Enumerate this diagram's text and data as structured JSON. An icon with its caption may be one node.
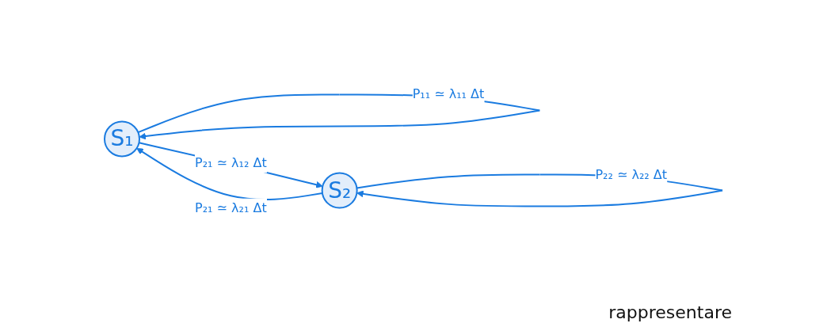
{
  "diagram": {
    "nodes": [
      {
        "text": [
          "S₁"
        ]
      },
      {
        "text": [
          "S₂"
        ]
      }
    ],
    "edges": [
      {
        "from": 0,
        "to": 0,
        "arrow": "to",
        "label": "P₁₁ ≃ λ₁₁ Δt"
      },
      {
        "from": 1,
        "to": 0,
        "arrow": "to",
        "label": "P₂₁ ≃ λ₂₁ Δt"
      },
      {
        "from": 0,
        "to": 1,
        "arrow": "to",
        "label": "P₂₁ ≃ λ₁₂ Δt"
      },
      {
        "from": 1,
        "to": 1,
        "arrow": "to",
        "label": "P₂₂ ≃ λ₂₂ Δt"
      }
    ],
    "labels": [
      "rappresentare"
    ]
  }
}
